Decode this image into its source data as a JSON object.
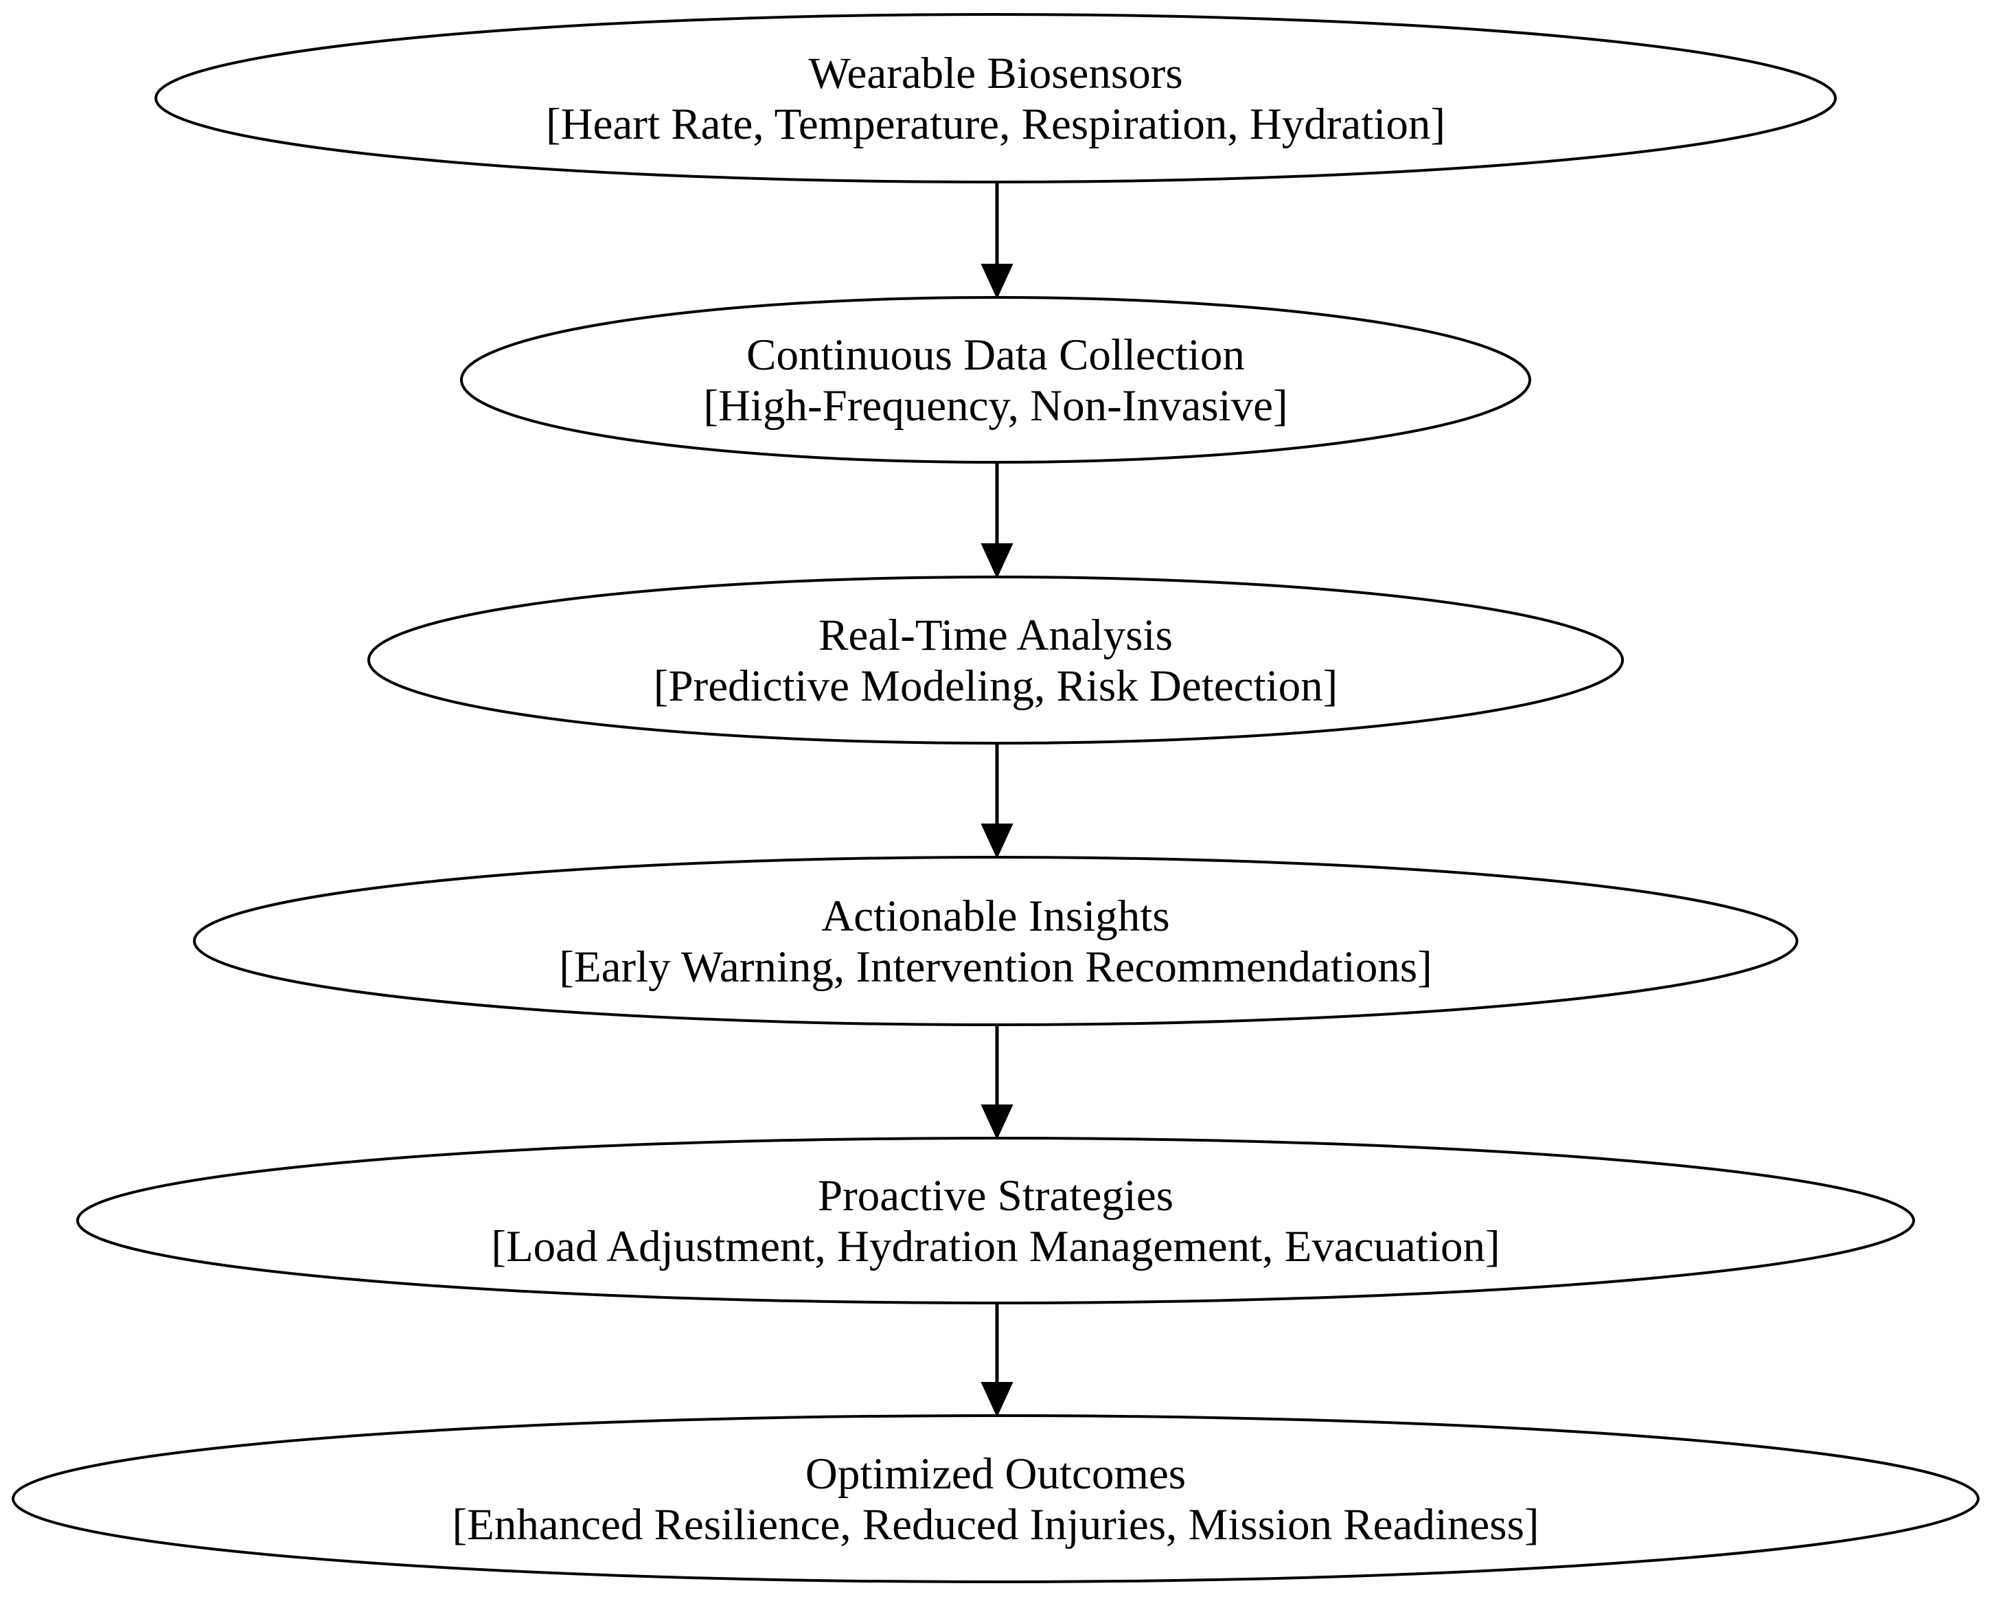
{
  "diagram": {
    "type": "flowchart",
    "direction": "top-to-bottom",
    "background_color": "#ffffff",
    "node_shape": "ellipse",
    "node_fill": "#ffffff",
    "node_stroke_color": "#000000",
    "text_color": "#000000",
    "nodes": [
      {
        "title": "Wearable Biosensors",
        "attributes": "[Heart Rate, Temperature, Respiration, Hydration]"
      },
      {
        "title": "Continuous Data Collection",
        "attributes": "[High-Frequency, Non-Invasive]"
      },
      {
        "title": "Real-Time Analysis",
        "attributes": "[Predictive Modeling, Risk Detection]"
      },
      {
        "title": "Actionable Insights",
        "attributes": "[Early Warning, Intervention Recommendations]"
      },
      {
        "title": "Proactive Strategies",
        "attributes": "[Load Adjustment, Hydration Management, Evacuation]"
      },
      {
        "title": "Optimized Outcomes",
        "attributes": "[Enhanced Resilience, Reduced Injuries, Mission Readiness]"
      }
    ],
    "edges": [
      {
        "from": "Wearable Biosensors",
        "to": "Continuous Data Collection"
      },
      {
        "from": "Continuous Data Collection",
        "to": "Real-Time Analysis"
      },
      {
        "from": "Real-Time Analysis",
        "to": "Actionable Insights"
      },
      {
        "from": "Actionable Insights",
        "to": "Proactive Strategies"
      },
      {
        "from": "Proactive Strategies",
        "to": "Optimized Outcomes"
      }
    ]
  }
}
